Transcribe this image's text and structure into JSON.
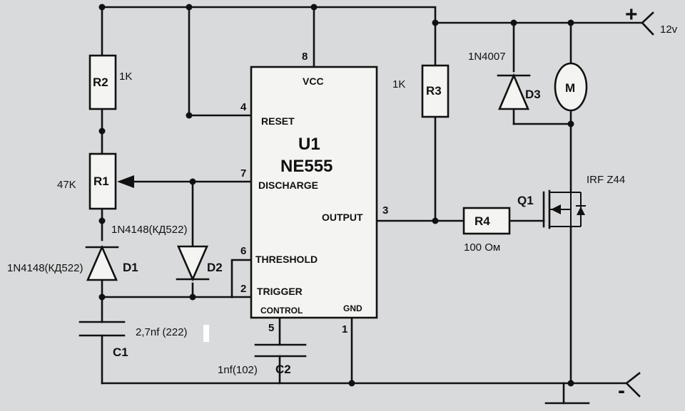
{
  "ic": {
    "ref": "U1",
    "part": "NE555",
    "pins": {
      "vcc": {
        "num": "8",
        "name": "VCC"
      },
      "reset": {
        "num": "4",
        "name": "RESET"
      },
      "discharge": {
        "num": "7",
        "name": "DISCHARGE"
      },
      "output": {
        "num": "3",
        "name": "OUTPUT"
      },
      "threshold": {
        "num": "6",
        "name": "THRESHOLD"
      },
      "trigger": {
        "num": "2",
        "name": "TRIGGER"
      },
      "control": {
        "num": "5",
        "name": "CONTROL"
      },
      "gnd": {
        "num": "1",
        "name": "GND"
      }
    }
  },
  "components": {
    "r2": {
      "ref": "R2",
      "value": "1K"
    },
    "r1": {
      "ref": "R1",
      "value": "47K"
    },
    "r3": {
      "ref": "R3",
      "value": "1K"
    },
    "r4": {
      "ref": "R4",
      "value": "100 Ом"
    },
    "d1": {
      "ref": "D1",
      "value": "1N4148(КД522)"
    },
    "d2": {
      "ref": "D2",
      "value": "1N4148(КД522)"
    },
    "d3": {
      "ref": "D3",
      "value": "1N4007"
    },
    "c1": {
      "ref": "C1",
      "value": "2,7nf (222)"
    },
    "c2": {
      "ref": "C2",
      "value": "1nf(102)"
    },
    "q1": {
      "ref": "Q1",
      "value": "IRF Z44"
    },
    "motor": {
      "symbol": "M"
    }
  },
  "supply": {
    "positive_sign": "+",
    "negative_sign": "-",
    "voltage": "12v"
  }
}
